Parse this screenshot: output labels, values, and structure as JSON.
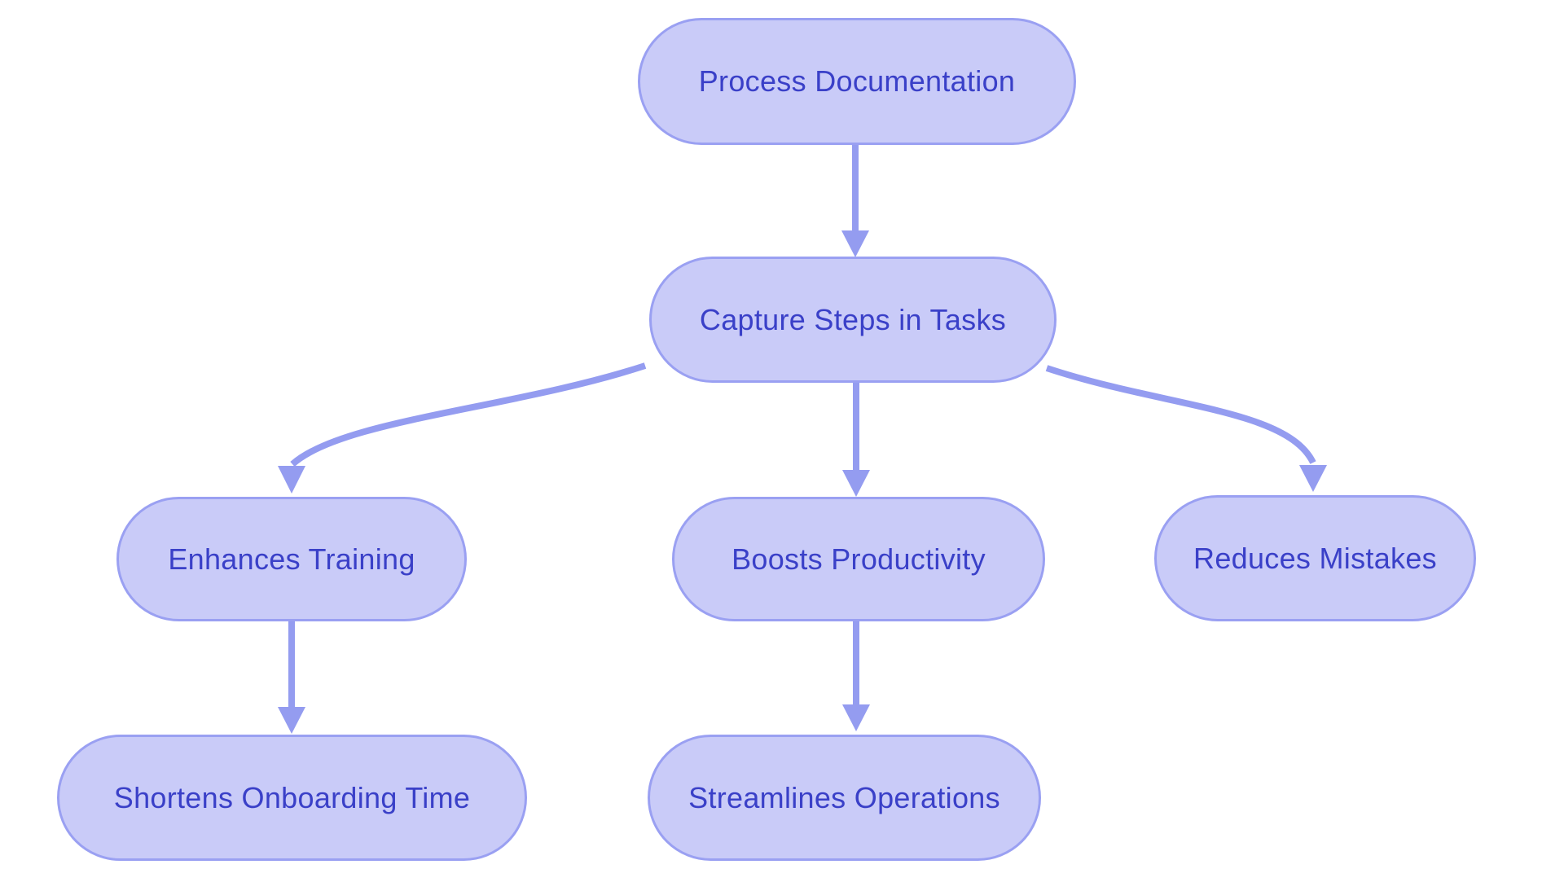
{
  "diagram": {
    "type": "flowchart",
    "direction": "top-down",
    "nodes": [
      {
        "id": "process-documentation",
        "label": "Process Documentation"
      },
      {
        "id": "capture-steps",
        "label": "Capture Steps in Tasks"
      },
      {
        "id": "enhances-training",
        "label": "Enhances Training"
      },
      {
        "id": "boosts-productivity",
        "label": "Boosts Productivity"
      },
      {
        "id": "reduces-mistakes",
        "label": "Reduces Mistakes"
      },
      {
        "id": "shortens-onboarding",
        "label": "Shortens Onboarding Time"
      },
      {
        "id": "streamlines-operations",
        "label": "Streamlines Operations"
      }
    ],
    "edges": [
      {
        "from": "process-documentation",
        "to": "capture-steps"
      },
      {
        "from": "capture-steps",
        "to": "enhances-training"
      },
      {
        "from": "capture-steps",
        "to": "boosts-productivity"
      },
      {
        "from": "capture-steps",
        "to": "reduces-mistakes"
      },
      {
        "from": "enhances-training",
        "to": "shortens-onboarding"
      },
      {
        "from": "boosts-productivity",
        "to": "streamlines-operations"
      }
    ],
    "colors": {
      "node_fill": "#c9cbf8",
      "node_border": "#9aa0f2",
      "node_text": "#3a40c8",
      "arrow": "#949cf0",
      "background": "#ffffff"
    }
  }
}
